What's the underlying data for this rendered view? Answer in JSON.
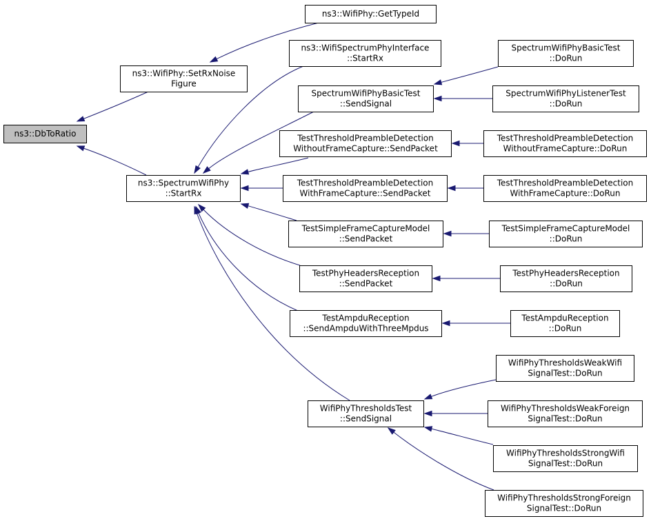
{
  "graph": {
    "nodes": [
      {
        "id": "root",
        "lines": [
          "ns3::DbToRatio"
        ],
        "root": true
      },
      {
        "id": "setrx",
        "lines": [
          "ns3::WifiPhy::SetRxNoise",
          "Figure"
        ]
      },
      {
        "id": "startrx",
        "lines": [
          "ns3::SpectrumWifiPhy",
          "::StartRx"
        ]
      },
      {
        "id": "gettypeid",
        "lines": [
          "ns3::WifiPhy::GetTypeId"
        ]
      },
      {
        "id": "wsif",
        "lines": [
          "ns3::WifiSpectrumPhyInterface",
          "::StartRx"
        ]
      },
      {
        "id": "swbt_send",
        "lines": [
          "SpectrumWifiPhyBasicTest",
          "::SendSignal"
        ]
      },
      {
        "id": "ttpd_wo_send",
        "lines": [
          "TestThresholdPreambleDetection",
          "WithoutFrameCapture::SendPacket"
        ]
      },
      {
        "id": "ttpd_w_send",
        "lines": [
          "TestThresholdPreambleDetection",
          "WithFrameCapture::SendPacket"
        ]
      },
      {
        "id": "tsfcm_send",
        "lines": [
          "TestSimpleFrameCaptureModel",
          "::SendPacket"
        ]
      },
      {
        "id": "tphr_send",
        "lines": [
          "TestPhyHeadersReception",
          "::SendPacket"
        ]
      },
      {
        "id": "tar_send",
        "lines": [
          "TestAmpduReception",
          "::SendAmpduWithThreeMpdus"
        ]
      },
      {
        "id": "wptt_send",
        "lines": [
          "WifiPhyThresholdsTest",
          "::SendSignal"
        ]
      },
      {
        "id": "swbt_run",
        "lines": [
          "SpectrumWifiPhyBasicTest",
          "::DoRun"
        ]
      },
      {
        "id": "swlt_run",
        "lines": [
          "SpectrumWifiPhyListenerTest",
          "::DoRun"
        ]
      },
      {
        "id": "ttpd_wo_run",
        "lines": [
          "TestThresholdPreambleDetection",
          "WithoutFrameCapture::DoRun"
        ]
      },
      {
        "id": "ttpd_w_run",
        "lines": [
          "TestThresholdPreambleDetection",
          "WithFrameCapture::DoRun"
        ]
      },
      {
        "id": "tsfcm_run",
        "lines": [
          "TestSimpleFrameCaptureModel",
          "::DoRun"
        ]
      },
      {
        "id": "tphr_run",
        "lines": [
          "TestPhyHeadersReception",
          "::DoRun"
        ]
      },
      {
        "id": "tar_run",
        "lines": [
          "TestAmpduReception",
          "::DoRun"
        ]
      },
      {
        "id": "wwifi_run",
        "lines": [
          "WifiPhyThresholdsWeakWifi",
          "SignalTest::DoRun"
        ]
      },
      {
        "id": "wforeign_run",
        "lines": [
          "WifiPhyThresholdsWeakForeign",
          "SignalTest::DoRun"
        ]
      },
      {
        "id": "swifi_run",
        "lines": [
          "WifiPhyThresholdsStrongWifi",
          "SignalTest::DoRun"
        ]
      },
      {
        "id": "sforeign_run",
        "lines": [
          "WifiPhyThresholdsStrongForeign",
          "SignalTest::DoRun"
        ]
      }
    ],
    "edges": [
      {
        "from": "setrx",
        "to": "root"
      },
      {
        "from": "startrx",
        "to": "root"
      },
      {
        "from": "gettypeid",
        "to": "setrx"
      },
      {
        "from": "wsif",
        "to": "startrx"
      },
      {
        "from": "swbt_send",
        "to": "startrx"
      },
      {
        "from": "ttpd_wo_send",
        "to": "startrx"
      },
      {
        "from": "ttpd_w_send",
        "to": "startrx"
      },
      {
        "from": "tsfcm_send",
        "to": "startrx"
      },
      {
        "from": "tphr_send",
        "to": "startrx"
      },
      {
        "from": "tar_send",
        "to": "startrx"
      },
      {
        "from": "wptt_send",
        "to": "startrx"
      },
      {
        "from": "swbt_run",
        "to": "swbt_send"
      },
      {
        "from": "swlt_run",
        "to": "swbt_send"
      },
      {
        "from": "ttpd_wo_run",
        "to": "ttpd_wo_send"
      },
      {
        "from": "ttpd_w_run",
        "to": "ttpd_w_send"
      },
      {
        "from": "tsfcm_run",
        "to": "tsfcm_send"
      },
      {
        "from": "tphr_run",
        "to": "tphr_send"
      },
      {
        "from": "tar_run",
        "to": "tar_send"
      },
      {
        "from": "wwifi_run",
        "to": "wptt_send"
      },
      {
        "from": "wforeign_run",
        "to": "wptt_send"
      },
      {
        "from": "swifi_run",
        "to": "wptt_send"
      },
      {
        "from": "sforeign_run",
        "to": "wptt_send"
      }
    ]
  },
  "colors": {
    "edge": "#191970",
    "root_fill": "#bfbfbf",
    "node_fill": "#ffffff",
    "node_stroke": "#000000"
  }
}
